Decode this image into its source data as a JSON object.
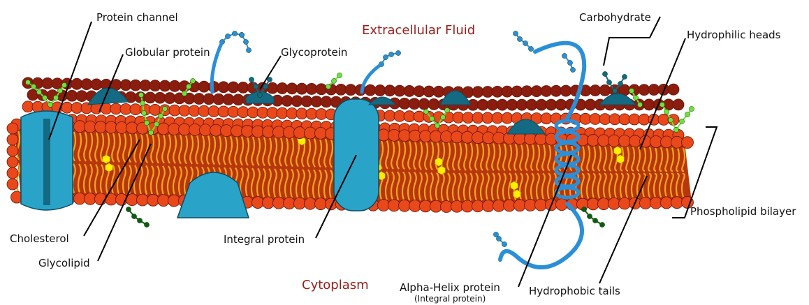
{
  "regions": {
    "extracellular": "Extracellular Fluid",
    "cytoplasm": "Cytoplasm"
  },
  "labels": {
    "protein_channel": "Protein channel",
    "globular_protein": "Globular protein",
    "glycoprotein": "Glycoprotein",
    "carbohydrate": "Carbohydrate",
    "hydrophilic_heads": "Hydrophilic heads",
    "phospholipid_bilayer": "Phospholipid bilayer",
    "cholesterol": "Cholesterol",
    "glycolipid": "Glycolipid",
    "integral_protein": "Integral protein",
    "alpha_helix_protein": "Alpha-Helix protein",
    "alpha_helix_sub": "(Integral protein)",
    "hydrophobic_tails": "Hydrophobic tails"
  },
  "colors": {
    "head": "#e8481a",
    "head_dark": "#8a1d0e",
    "head_outline": "#6a1408",
    "tail": "#f2a51c",
    "interior": "#b8360d",
    "protein": "#2aa3c9",
    "protein_dark": "#136a82",
    "protein_outline": "#0c4d61",
    "sugar": "#6fe23a",
    "sugar_dark": "#0f5c10",
    "cholesterol": "#ffee00",
    "chain_blue": "#2b8fd8",
    "region_text": "#9a1c17"
  }
}
